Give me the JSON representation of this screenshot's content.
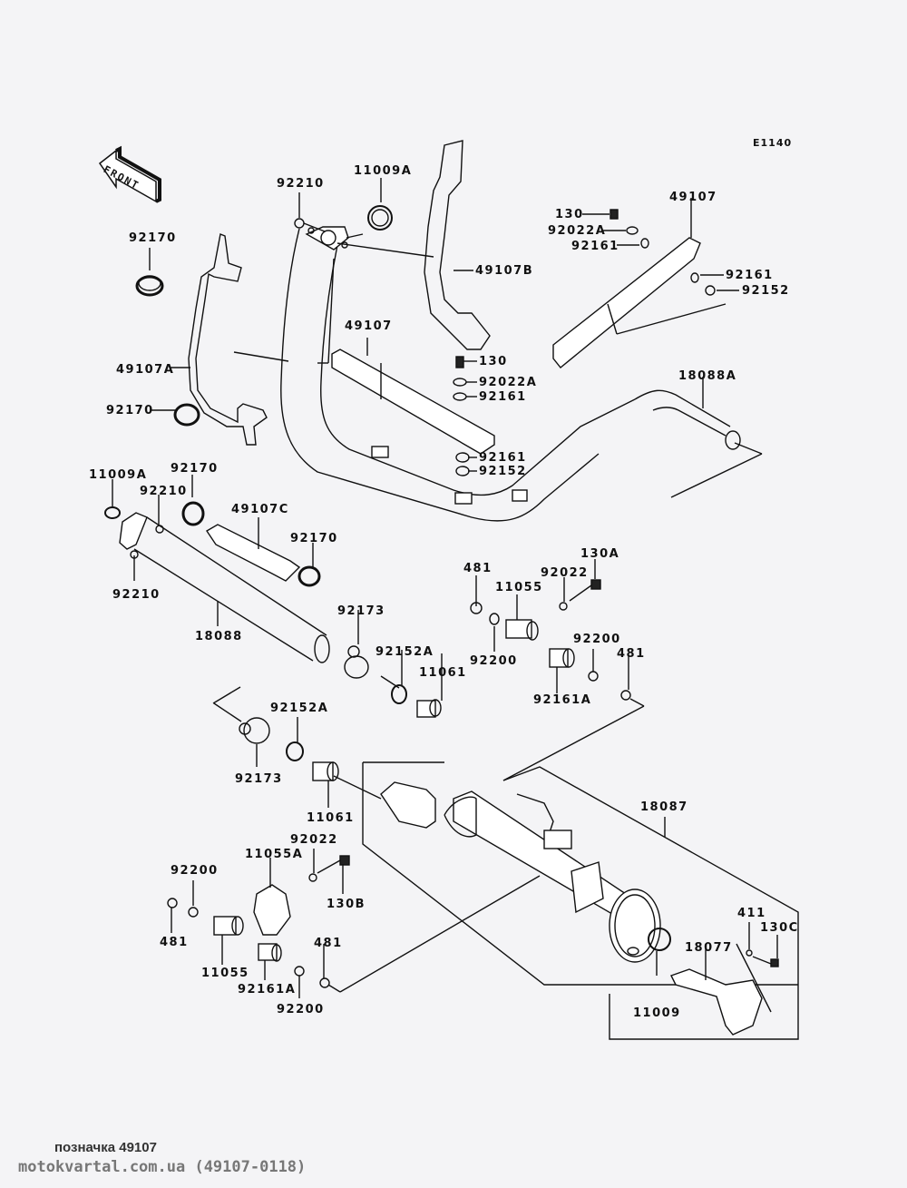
{
  "diagram": {
    "code": "E1140",
    "front_arrow_text": "FRONT",
    "labels": {
      "p92170_a": "92170",
      "p92210_a": "92210",
      "p11009A_a": "11009A",
      "p49107B": "49107B",
      "p130_a": "130",
      "p92022A_a": "92022A",
      "p92161_a": "92161",
      "p49107_a": "49107",
      "p92161_b": "92161",
      "p92152_a": "92152",
      "p49107A": "49107A",
      "p49107_b": "49107",
      "p130_b": "130",
      "p92022A_b": "92022A",
      "p92161_c": "92161",
      "p18088A": "18088A",
      "p92170_b": "92170",
      "p92161_d": "92161",
      "p92152_b": "92152",
      "p11009A_b": "11009A",
      "p92170_c": "92170",
      "p92210_b": "92210",
      "p49107C": "49107C",
      "p92170_d": "92170",
      "p92210_c": "92210",
      "p18088": "18088",
      "p481_a": "481",
      "p92022_a": "92022",
      "p130A": "130A",
      "p11055_a": "11055",
      "p92173_a": "92173",
      "p92152A_a": "92152A",
      "p11061_a": "11061",
      "p92200_a": "92200",
      "p92200_b": "92200",
      "p481_b": "481",
      "p92161A_a": "92161A",
      "p92152A_b": "92152A",
      "p92173_b": "92173",
      "p11061_b": "11061",
      "p18087": "18087",
      "p92022_b": "92022",
      "p11055A": "11055A",
      "p92200_c": "92200",
      "p130B": "130B",
      "p481_c": "481",
      "p481_d": "481",
      "p11055_b": "11055",
      "p92161A_b": "92161A",
      "p92200_d": "92200",
      "p411": "411",
      "p130C": "130C",
      "p18077": "18077",
      "p11009": "11009"
    }
  },
  "footer": {
    "caption": "позначка 49107",
    "site": "motokvartal.com.ua (49107-0118)"
  }
}
